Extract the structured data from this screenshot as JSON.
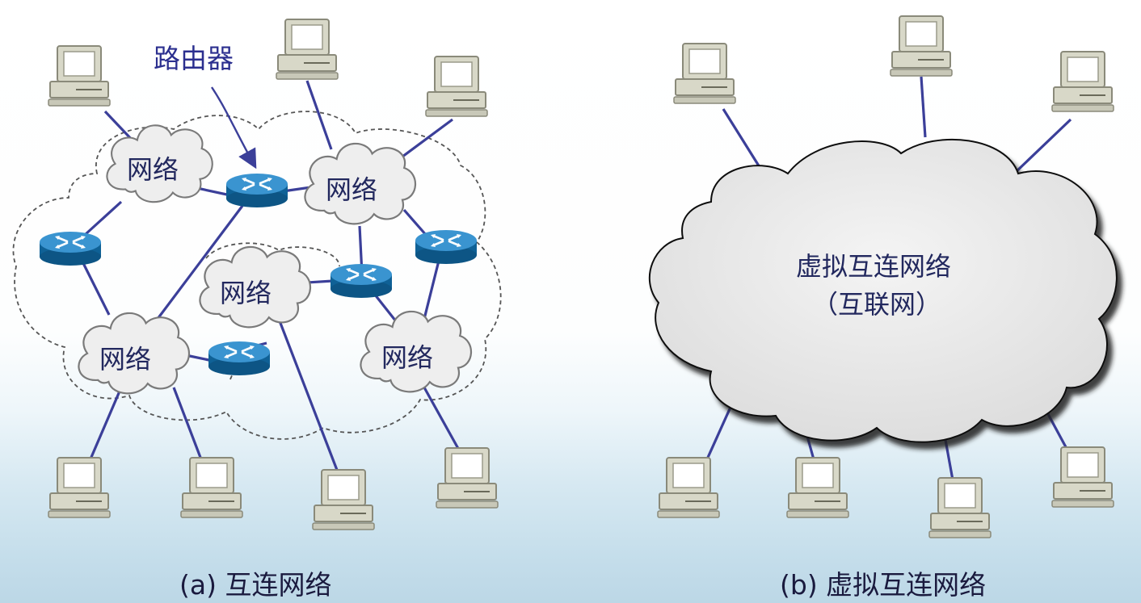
{
  "router_label": "路由器",
  "network_label": "网络",
  "virtual_net": {
    "line1": "虚拟互连网络",
    "line2": "（互联网）"
  },
  "captions": {
    "a": "(a) 互连网络",
    "b": "(b) 虚拟互连网络"
  },
  "colors": {
    "link": "#3b3f99",
    "router_top": "#2f86c4",
    "router_body": "#0f6196",
    "cloud_fill": "#eeeeee",
    "computer": "#d9d9c9"
  }
}
